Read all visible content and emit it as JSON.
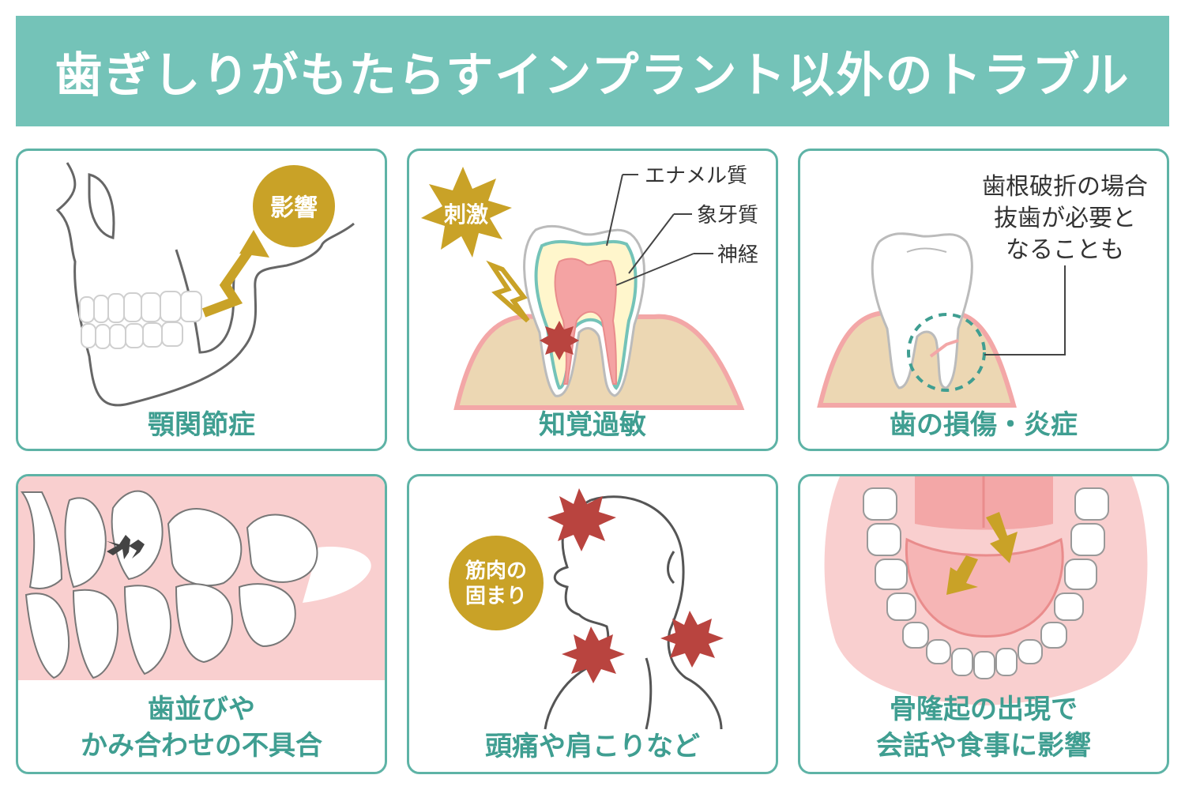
{
  "header": {
    "title": "歯ぎしりがもたらすインプラント以外のトラブル"
  },
  "colors": {
    "banner": "#74c3b8",
    "frame": "#5eb3a6",
    "caption": "#3f9e91",
    "gold": "#c9a227",
    "burst": "#b9443f",
    "gum": "#f3a7a7",
    "bone": "#ecd7b3",
    "pink_bg": "#f9cfcf"
  },
  "panels": [
    {
      "caption": "顎関節症",
      "badge": "影響",
      "icons": [
        "skull-icon",
        "arrow-icon"
      ]
    },
    {
      "caption": "知覚過敏",
      "badge": "刺激",
      "labels": {
        "enamel": "エナメル質",
        "dentin": "象牙質",
        "nerve": "神経"
      },
      "icons": [
        "tooth-cross-section-icon",
        "lightning-icon"
      ]
    },
    {
      "caption": "歯の損傷・炎症",
      "note_lines": [
        "歯根破折の場合",
        "抜歯が必要と",
        "なることも"
      ],
      "icons": [
        "cracked-tooth-icon"
      ]
    },
    {
      "caption_lines": [
        "歯並びや",
        "かみ合わせの不具合"
      ],
      "icons": [
        "teeth-side-view-icon"
      ]
    },
    {
      "caption": "頭痛や肩こりなど",
      "badge_lines": [
        "筋肉の",
        "固まり"
      ],
      "icons": [
        "head-silhouette-icon",
        "pain-burst-icon"
      ]
    },
    {
      "caption_lines": [
        "骨隆起の出現で",
        "会話や食事に影響"
      ],
      "icons": [
        "lower-jaw-icon",
        "arrow-icon"
      ]
    }
  ]
}
